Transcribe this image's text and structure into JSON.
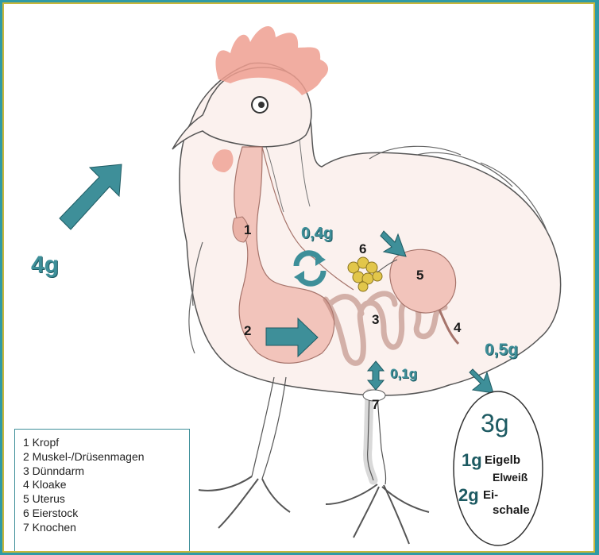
{
  "input_amount": "4g",
  "loss_labels": {
    "metabolism": "0,4g",
    "bone": "0,1g",
    "cloaca": "0,5g"
  },
  "egg": {
    "total": "3g",
    "yolk_amount": "1g",
    "yolk_label": "Eigelb",
    "white_label": "Elweiß",
    "shell_amount": "2g",
    "shell_label_1": "Ei-",
    "shell_label_2": "schale"
  },
  "organ_numbers": [
    "1",
    "2",
    "3",
    "4",
    "5",
    "6",
    "7"
  ],
  "legend": [
    "1 Kropf",
    "2 Muskel-/Drüsenmagen",
    "3 Dünndarm",
    "4 Kloake",
    "5 Uterus",
    "6 Eierstock",
    "7 Knochen"
  ],
  "colors": {
    "frame": "#2f9aa6",
    "border": "#c9b73a",
    "arrow": "#3e8f99",
    "organ_pink": "#f2c4bb",
    "crest": "#ee9a8a",
    "ovary": "#e2c64a"
  }
}
